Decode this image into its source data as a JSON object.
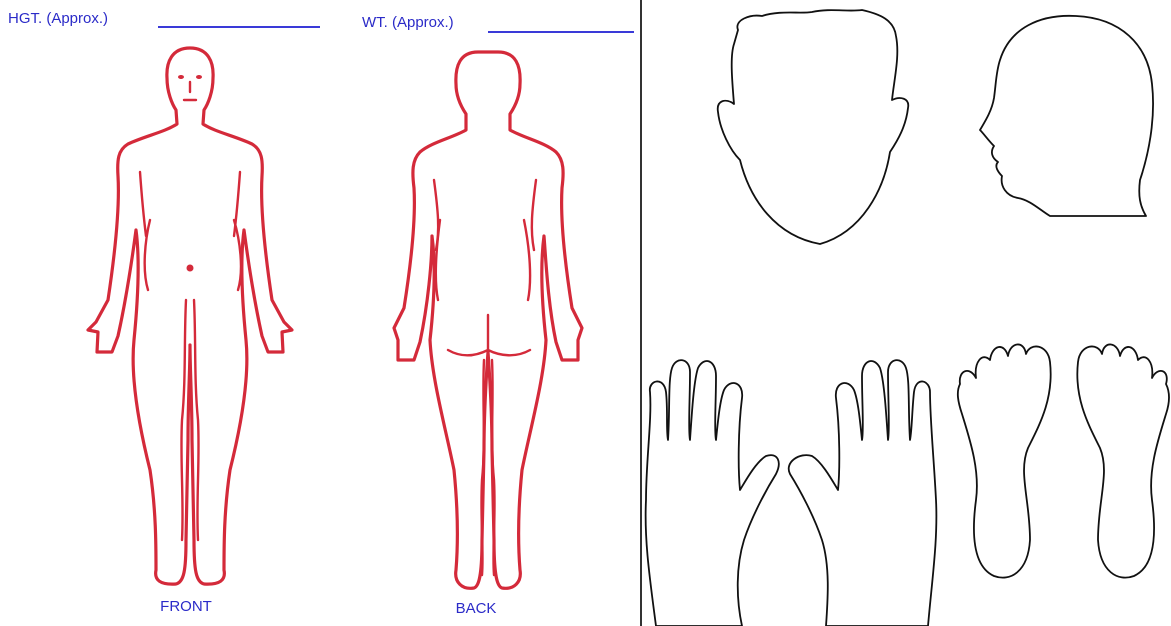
{
  "form": {
    "height_label": "HGT. (Approx.)",
    "weight_label": "WT. (Approx.)",
    "height_value": "",
    "weight_value": ""
  },
  "figures": {
    "front_label": "FRONT",
    "back_label": "BACK"
  },
  "colors": {
    "label_text": "#2b2bc8",
    "body_outline": "#d42a3a",
    "line_art": "#111111"
  }
}
